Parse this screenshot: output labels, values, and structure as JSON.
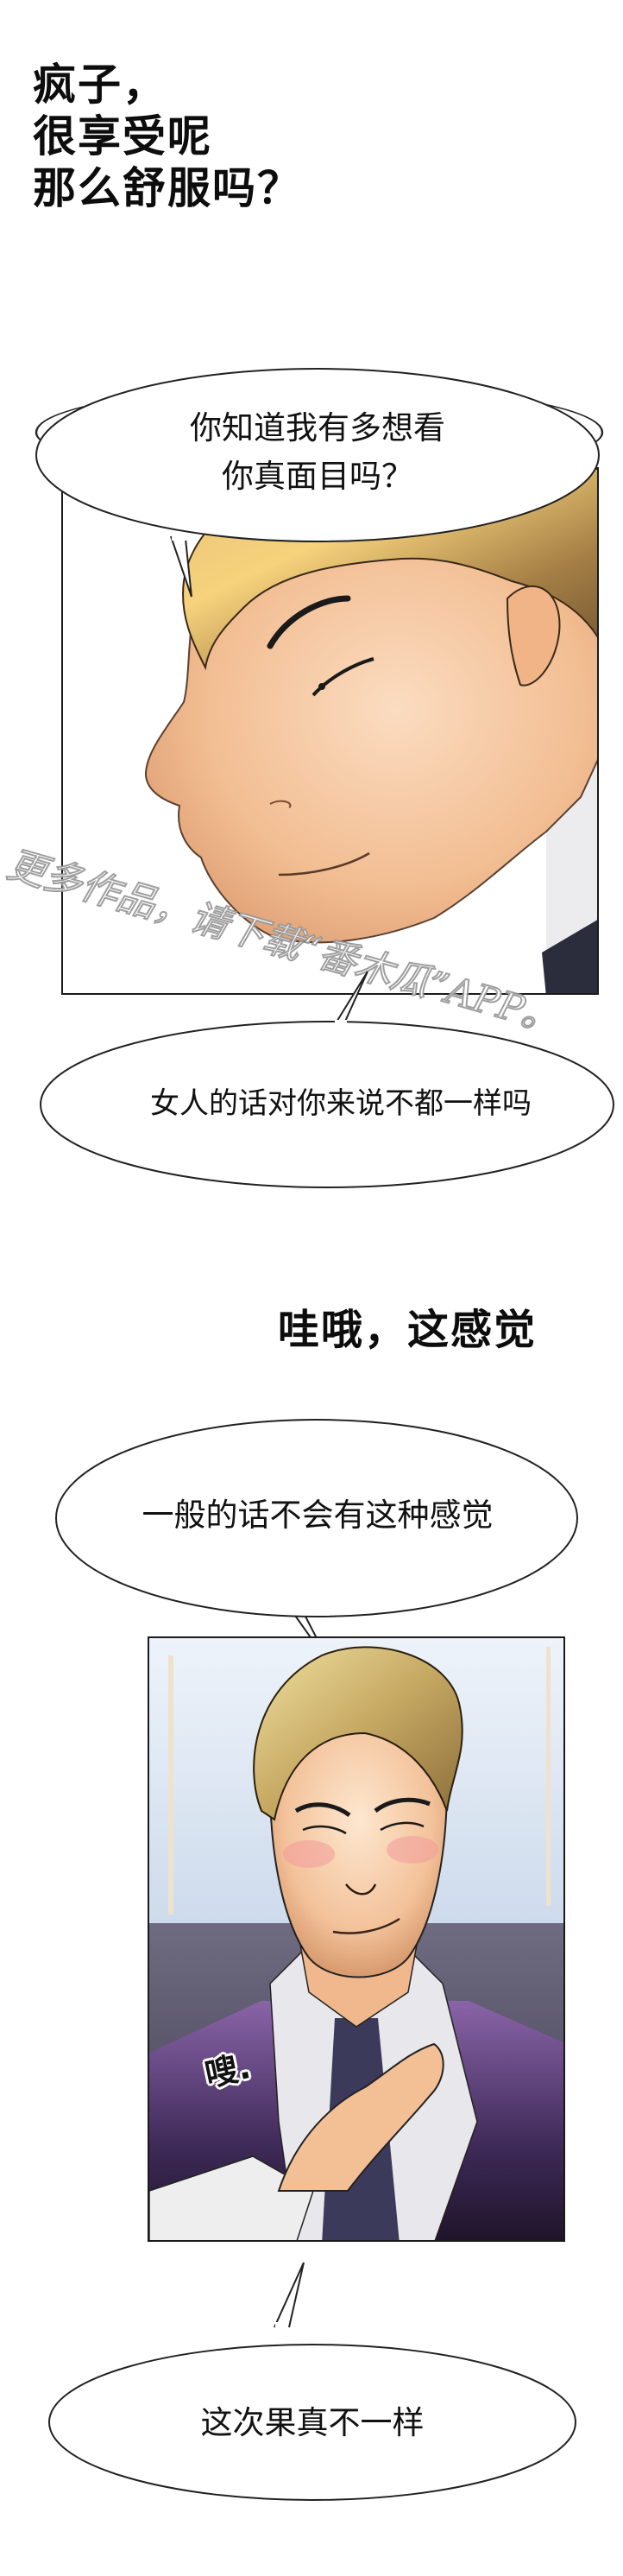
{
  "comic": {
    "captions": {
      "top": [
        "疯子，",
        "很享受呢",
        "那么舒服吗？"
      ],
      "middle": "哇哦，这感觉"
    },
    "bubbles": [
      {
        "lines": [
          "你知道我有多想看",
          "你真面目吗？"
        ]
      },
      {
        "lines": [
          "女人的话对你来说不都一样吗"
        ]
      },
      {
        "lines": [
          "一般的话不会有这种感觉"
        ]
      },
      {
        "lines": [
          "这次果真不一样"
        ]
      }
    ],
    "panels": [
      {
        "description": "Close-up profile of blond man in suit, smirking, looking down"
      },
      {
        "description": "Blond man blushing, smirking, loosening his tie; purple vest, gray sofa background"
      }
    ],
    "sound_effects": [
      {
        "text": "嗖."
      }
    ],
    "watermark": "更多作品，请下载“番木瓜”APP。"
  },
  "colors": {
    "background": "#ffffff",
    "panel_border": "#1a1a1a",
    "hair": "#b8914a",
    "skin": "#f3c39a",
    "vest_purple": "#5a3f78",
    "sky_blue": "#b9cde6",
    "watermark_stroke": "#9a9a9a"
  }
}
